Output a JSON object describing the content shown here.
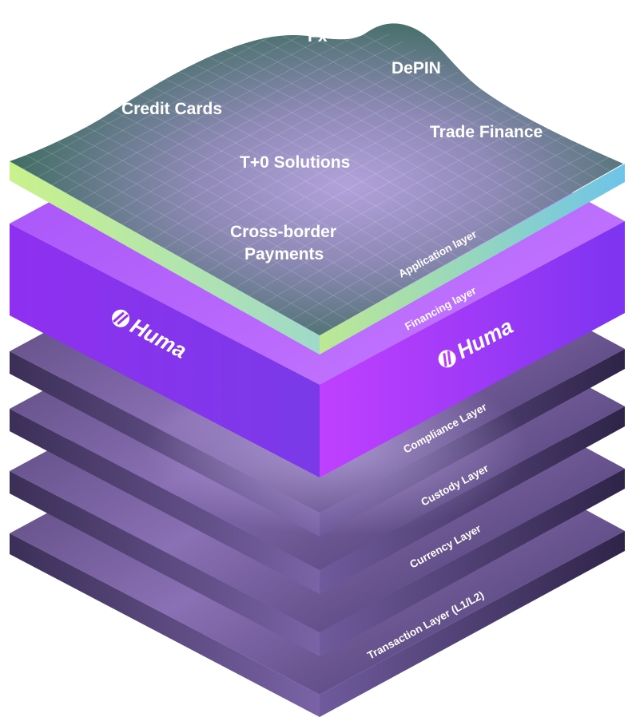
{
  "peaks": {
    "fx": "Fx",
    "depin": "DePIN",
    "credit_cards": "Credit Cards",
    "trade_finance": "Trade Finance",
    "t0_solutions": "T+0 Solutions",
    "cross_border_line1": "Cross-border",
    "cross_border_line2": "Payments"
  },
  "layers": {
    "application": "Application layer",
    "financing": "Financing layer",
    "compliance": "Compliance Layer",
    "custody": "Custody Layer",
    "currency": "Currency Layer",
    "transaction": "Transaction Layer (L1/L2)"
  },
  "brand": {
    "name_left": "Huma",
    "name_right": "Huma"
  },
  "colors": {
    "terrain_top": "#3f6c66",
    "terrain_glow": "#a596cc",
    "financing_slab": "#9b2cf5",
    "dark_slab_top": "#6a5690",
    "dark_slab_side": "#3a2d58",
    "edge_gradient_left": "#c6f08a",
    "edge_gradient_right": "#6fc6e6"
  }
}
